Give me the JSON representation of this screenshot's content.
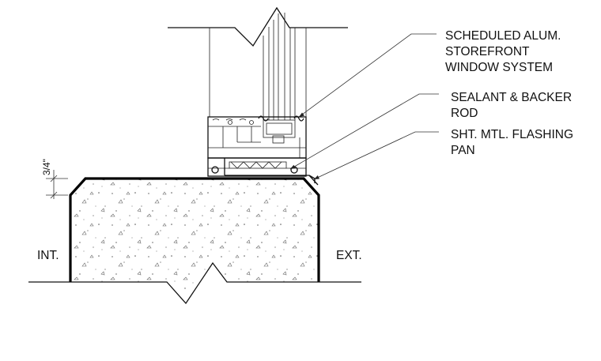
{
  "callouts": {
    "storefront": {
      "line1": "SCHEDULED ALUM.",
      "line2": "STOREFRONT",
      "line3": "WINDOW SYSTEM"
    },
    "sealant": {
      "line1": "SEALANT & BACKER",
      "line2": "ROD"
    },
    "flashing": {
      "line1": "SHT. MTL. FLASHING",
      "line2": "PAN"
    }
  },
  "labels": {
    "interior": "INT.",
    "exterior": "EXT."
  },
  "dimension": {
    "value": "3/4\""
  }
}
